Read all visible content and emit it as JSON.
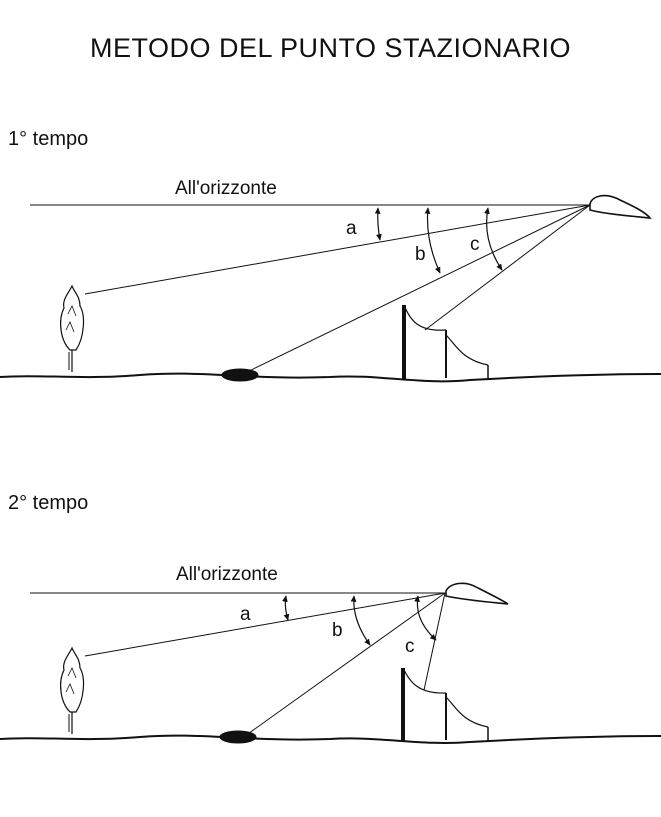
{
  "title": "METODO DEL PUNTO STAZIONARIO",
  "phases": [
    {
      "label": "1° tempo",
      "horizon_label": "All'orizzonte",
      "angles": [
        "a",
        "b",
        "c"
      ]
    },
    {
      "label": "2° tempo",
      "horizon_label": "All'orizzonte",
      "angles": [
        "a",
        "b",
        "c"
      ]
    }
  ]
}
